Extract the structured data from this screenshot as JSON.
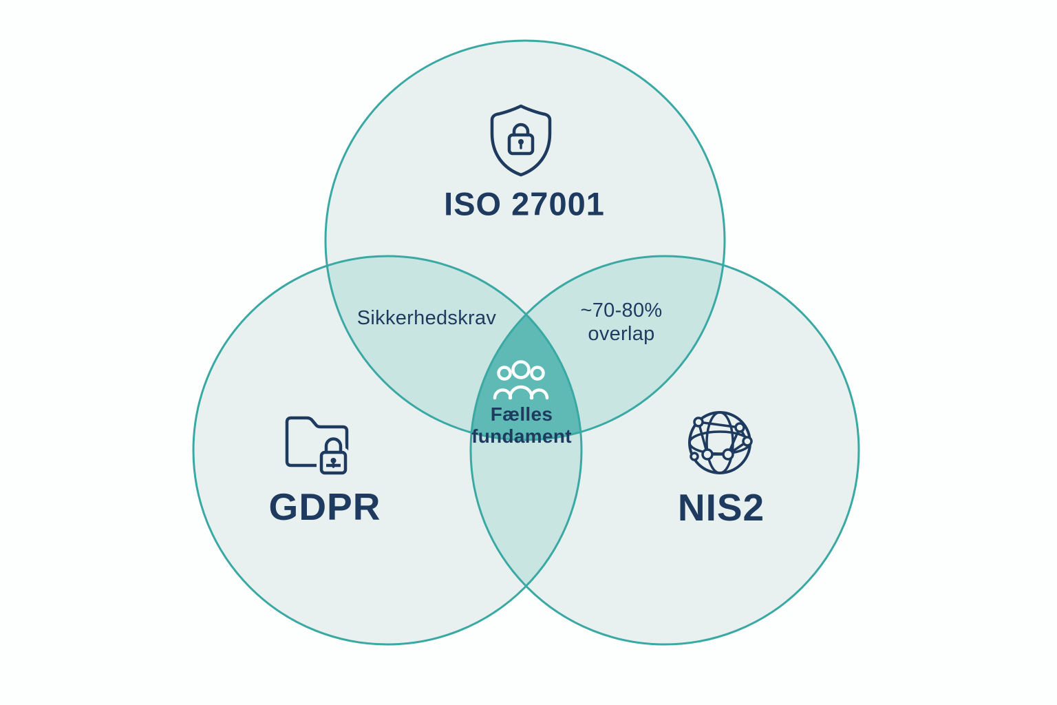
{
  "venn": {
    "sets": [
      {
        "id": "iso27001",
        "label": "ISO 27001",
        "icon": "shield-lock-icon"
      },
      {
        "id": "gdpr",
        "label": "GDPR",
        "icon": "folder-lock-icon"
      },
      {
        "id": "nis2",
        "label": "NIS2",
        "icon": "globe-network-icon"
      }
    ],
    "overlaps": {
      "iso_gdpr": {
        "label": "Sikkerhedskrav"
      },
      "iso_nis2": {
        "lines": [
          "~70-80%",
          "overlap"
        ]
      },
      "center": {
        "lines": [
          "Fælles",
          "fundament"
        ],
        "icon": "people-group-icon"
      }
    },
    "colors": {
      "background": "#fdfefe",
      "circle_fill": "#e8f1f0",
      "pair_overlap_fill": "#c9e5e2",
      "center_overlap_fill": "#5fb9b5",
      "circle_stroke": "#3aa8a3",
      "text": "#1e3a5f",
      "center_icon": "#ffffff"
    }
  }
}
